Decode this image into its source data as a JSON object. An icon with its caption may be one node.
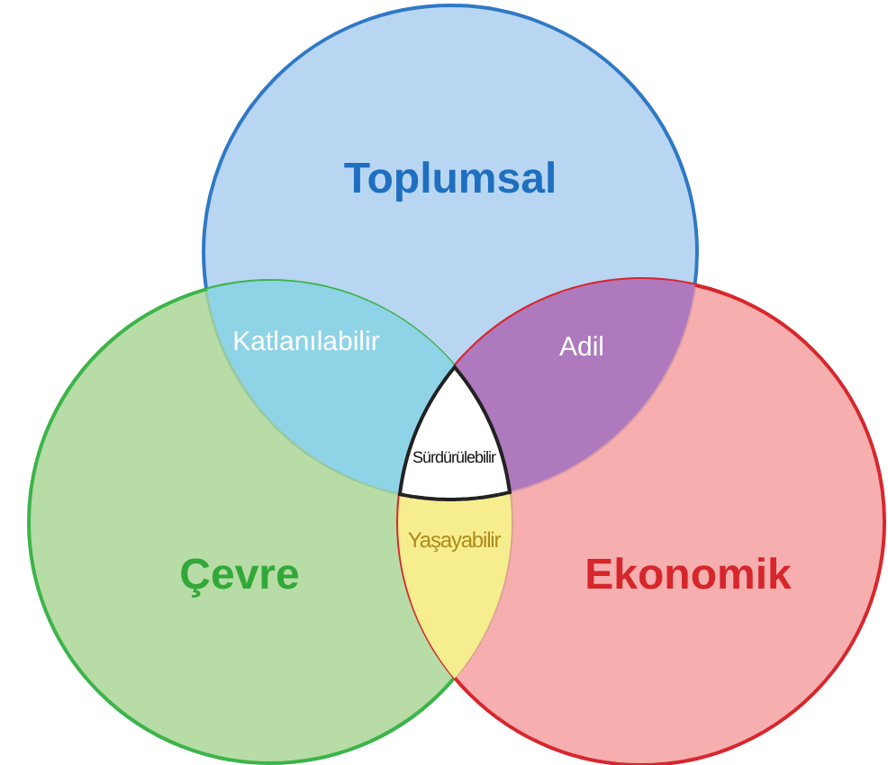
{
  "diagram": {
    "nodes": [
      {
        "text": [
          "Toplumsal"
        ]
      },
      {
        "text": [
          "Çevre"
        ]
      },
      {
        "text": [
          "Ekonomik"
        ]
      },
      {
        "text": [
          "Katlanılabilir"
        ]
      },
      {
        "text": [
          "Adil"
        ]
      },
      {
        "text": [
          "Yaşayabilir"
        ]
      },
      {
        "text": [
          "Sürdürülebilir"
        ]
      }
    ]
  }
}
